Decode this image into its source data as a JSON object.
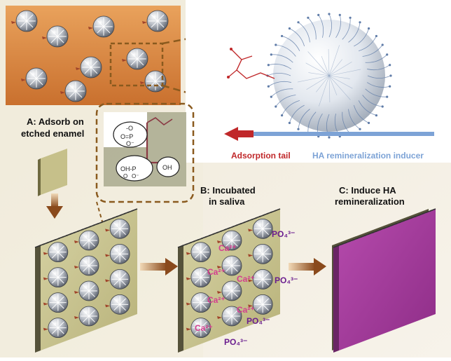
{
  "steps": {
    "a_line1": "A: Adsorb on",
    "a_line2": "etched enamel",
    "b_line1": "B: Incubated",
    "b_line2": "in saliva",
    "c_line1": "C: Induce HA",
    "c_line2": "remineralization"
  },
  "legend": {
    "tail": "Adsorption tail",
    "inducer": "HA remineralization inducer"
  },
  "chemistry": {
    "o_minus": "-O",
    "o_eq_p": "O=P",
    "p_o_minus": "O⁻",
    "oh_p": "OH-P",
    "oh": "OH",
    "o_eq": "O",
    "o_m": "O⁻"
  },
  "ions": {
    "ca": "Ca²⁺",
    "po4": "PO₄³⁻"
  },
  "colors": {
    "tail_red": "#c0282a",
    "inducer_blue": "#7da3d6",
    "calcium": "#d43d8f",
    "phosphate": "#6b1e8f",
    "slab_face": "#c9c490",
    "magenta_layer": "#a23a9a",
    "enamel_orange": "#d9823c",
    "dashed_brown": "#8a5a1e"
  }
}
